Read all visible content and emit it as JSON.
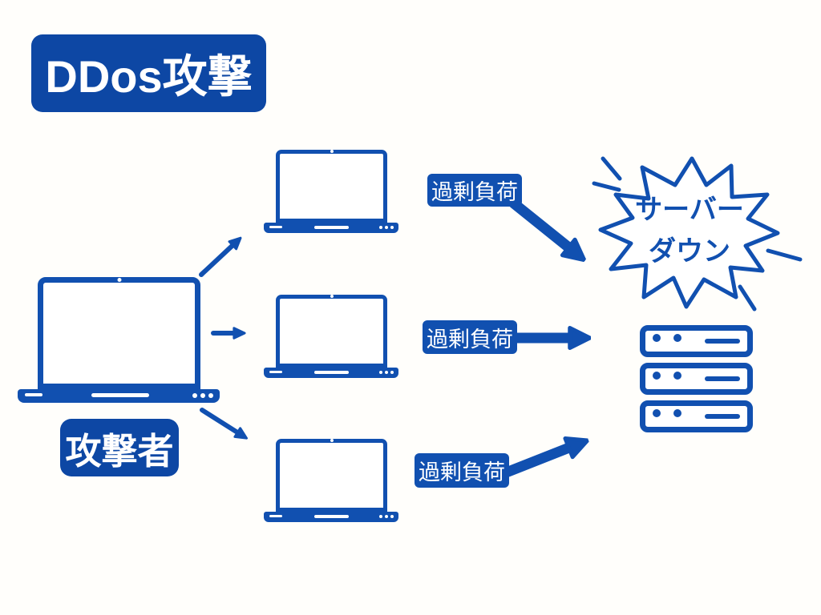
{
  "colors": {
    "primary_blue": "#0D47A4",
    "shape_blue": "#1150B0",
    "background": "#FFFEFB",
    "text_on_blue": "#FFFFFF"
  },
  "title": "DDos攻撃",
  "attacker": {
    "label": "攻撃者",
    "icon": "laptop-icon"
  },
  "bots": {
    "count": 3,
    "icon": "laptop-icon"
  },
  "overload_labels": [
    "過剰負荷",
    "過剰負荷",
    "過剰負荷"
  ],
  "burst": {
    "line1": "サーバー",
    "line2": "ダウン",
    "icon": "explosion-burst"
  },
  "target": {
    "icon": "server-rack-icon",
    "units": 3
  }
}
